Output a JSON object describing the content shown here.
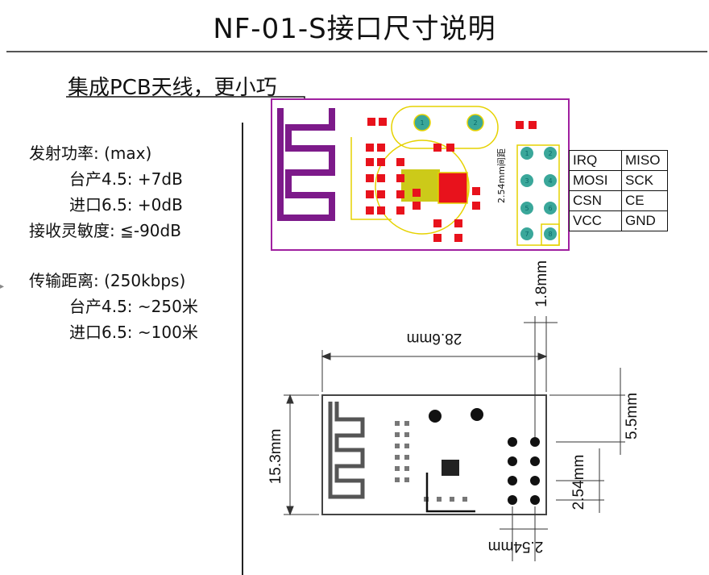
{
  "title": "NF-01-S接口尺寸说明",
  "subtitle": "集成PCB天线，更小巧",
  "specs": {
    "tx_power_label": "发射功率: (max)",
    "tx_domestic": "台产4.5: +7dB",
    "tx_import": "进口6.5: +0dB",
    "rx_sensitivity": "接收灵敏度: ≦-90dB",
    "range_label": "传输距离: (250kbps)",
    "range_domestic": "台产4.5: ~250米",
    "range_import": "进口6.5: ~100米"
  },
  "pcb": {
    "pin_pitch_label": "2.54mm间距",
    "pin_numbers": [
      "1",
      "2",
      "3",
      "4",
      "5",
      "6",
      "7",
      "8"
    ]
  },
  "pin_table": [
    [
      "IRQ",
      "MISO"
    ],
    [
      "MOSI",
      "SCK"
    ],
    [
      "CSN",
      "CE"
    ],
    [
      "VCC",
      "GND"
    ]
  ],
  "dimensions": {
    "width": "28.6mm",
    "height": "15.3mm",
    "edge_gap": "1.8mm",
    "top_offset": "5.5mm",
    "pitch_vertical": "2.54mm",
    "pitch_horizontal": "2.54mm"
  },
  "colors": {
    "board_outline": "#a020a0",
    "antenna": "#7d1a8a",
    "pad_red": "#e8121c",
    "pad_yellow": "#e6d200",
    "pin_teal": "#3aa79a"
  },
  "misc": {
    "left_edge_mark": "▸"
  }
}
